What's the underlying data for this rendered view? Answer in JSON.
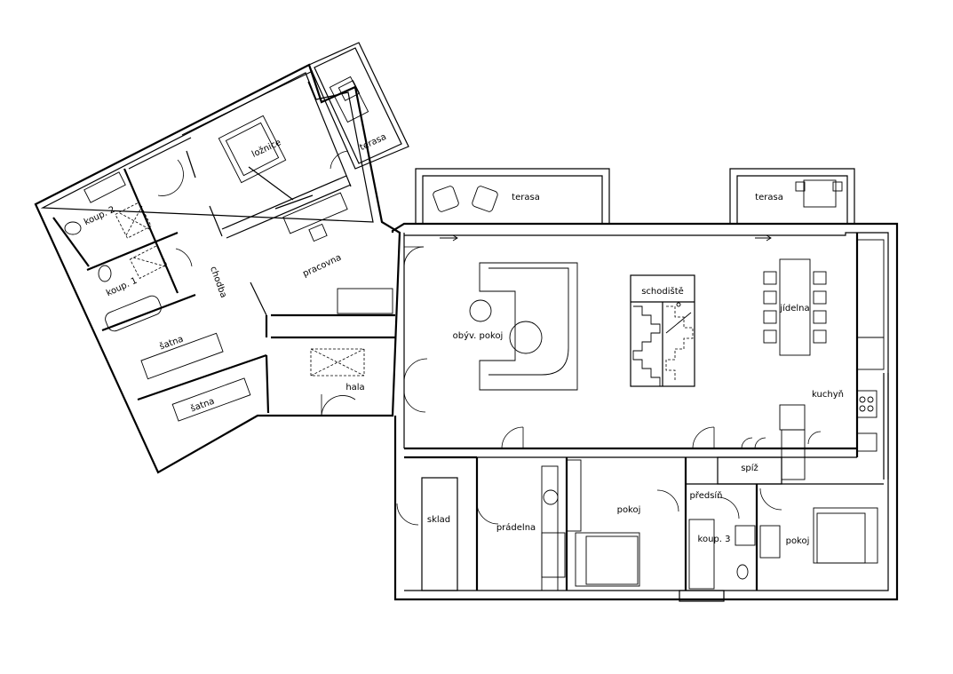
{
  "rooms": {
    "terasa_nw": "terasa",
    "loznice": "ložnice",
    "koup2": "koup. 2",
    "koup1": "koup. 1",
    "chodba": "chodba",
    "pracovna": "pracovna",
    "satna1": "šatna",
    "satna2": "šatna",
    "hala": "hala",
    "terasa_n1": "terasa",
    "terasa_n2": "terasa",
    "obyv_pokoj": "obýv. pokoj",
    "schodiste": "schodiště",
    "jidelna": "jídelna",
    "kuchyn": "kuchyň",
    "spiz": "spíž",
    "predsin": "předsíň",
    "sklad": "sklad",
    "pradelna": "prádelna",
    "pokoj1": "pokoj",
    "koup3": "koup. 3",
    "pokoj2": "pokoj"
  }
}
